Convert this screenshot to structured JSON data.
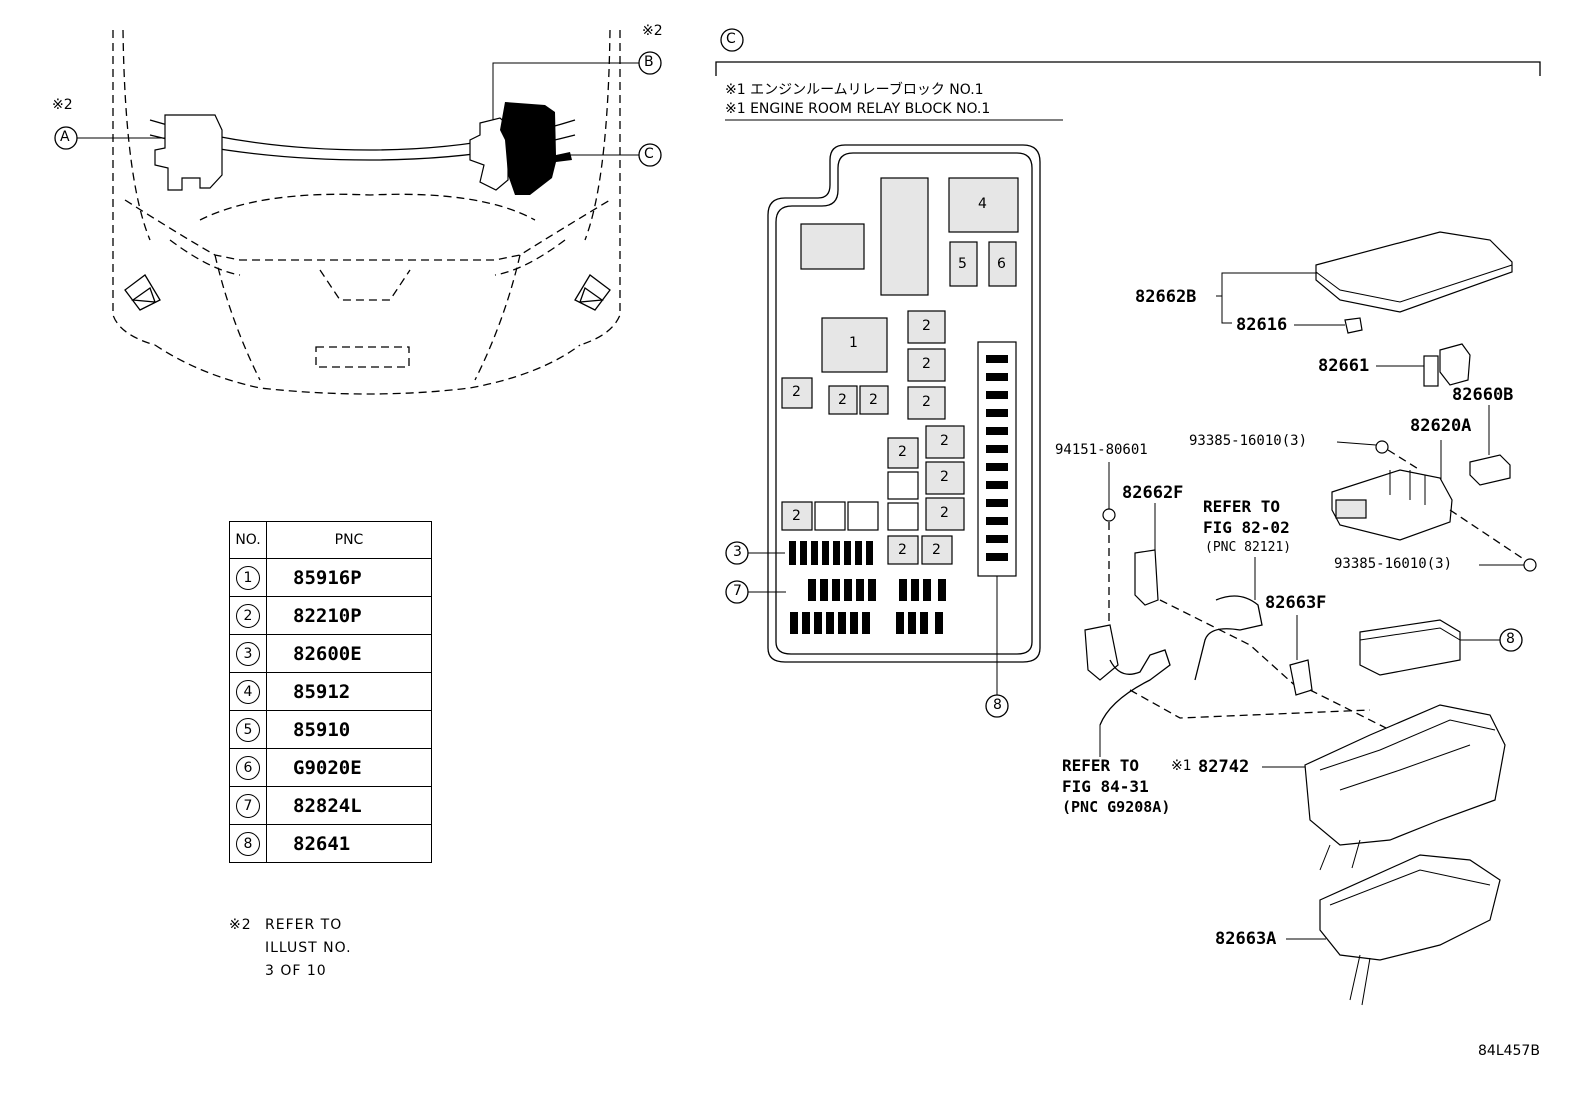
{
  "callouts": {
    "note2_a": "※2",
    "note2_b": "※2",
    "a": "A",
    "b": "B",
    "c": "C",
    "c_header": "C"
  },
  "block_title": {
    "jp": "※1 エンジンルームリレーブロック NO.1",
    "en": "※1 ENGINE ROOM RELAY BLOCK NO.1"
  },
  "table": {
    "headers": [
      "NO.",
      "PNC"
    ],
    "rows": [
      {
        "no": "1",
        "pnc": "85916P"
      },
      {
        "no": "2",
        "pnc": "82210P"
      },
      {
        "no": "3",
        "pnc": "82600E"
      },
      {
        "no": "4",
        "pnc": "85912"
      },
      {
        "no": "5",
        "pnc": "85910"
      },
      {
        "no": "6",
        "pnc": "G9020E"
      },
      {
        "no": "7",
        "pnc": "82824L"
      },
      {
        "no": "8",
        "pnc": "82641"
      }
    ]
  },
  "note": {
    "mark": "※2",
    "line1": "REFER TO",
    "line2": "ILLUST NO.",
    "line3": "3 OF 10"
  },
  "block_layout": {
    "n1": "1",
    "n2": "2",
    "n3": "3",
    "n4": "4",
    "n5": "5",
    "n6": "6",
    "n7": "7",
    "n8": "8"
  },
  "parts": {
    "p82662B": "82662B",
    "p82616": "82616",
    "p82661": "82661",
    "p82660B": "82660B",
    "p82620A": "82620A",
    "p93385a": "93385-16010(3)",
    "p93385b": "93385-16010(3)",
    "p94151": "94151-80601",
    "p82662F": "82662F",
    "p82663F": "82663F",
    "p82742": "82742",
    "p82742_mark": "※1",
    "p82663A": "82663A",
    "p8": "8"
  },
  "refer1": {
    "l1": "REFER TO",
    "l2": "FIG 82-02",
    "l3": "(PNC 82121)"
  },
  "refer2": {
    "l1": "REFER TO",
    "l2": "FIG 84-31",
    "l3": "(PNC G9208A)"
  },
  "illust_id": "84L457B"
}
